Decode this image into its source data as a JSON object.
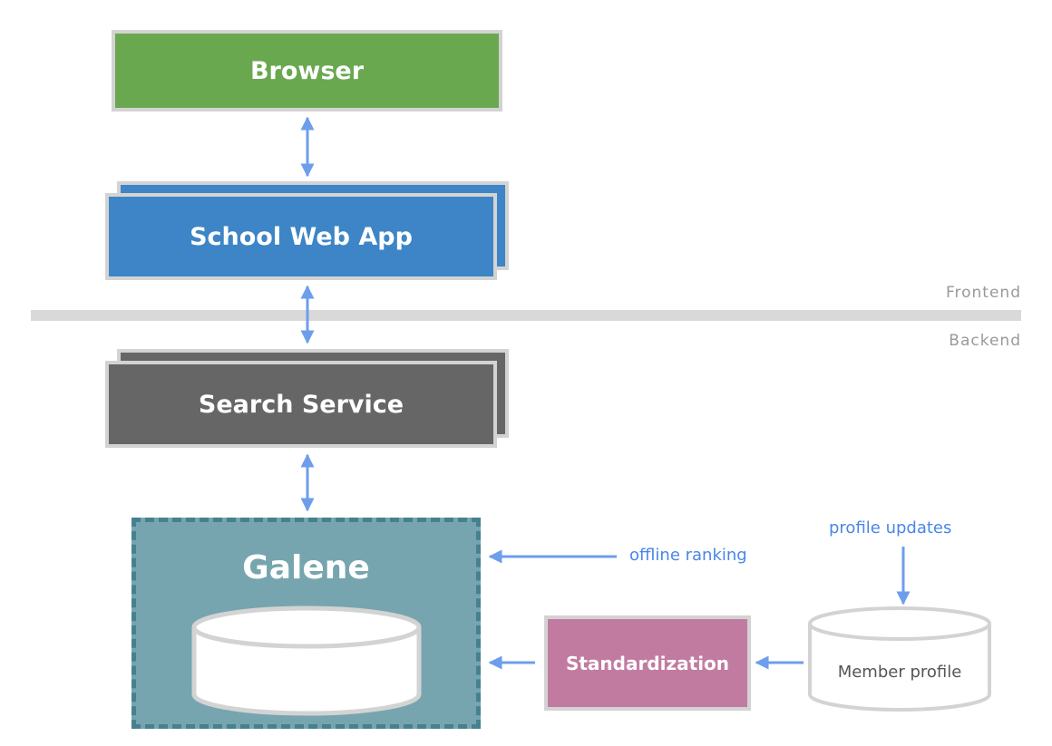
{
  "nodes": {
    "browser": "Browser",
    "web_app": "School Web App",
    "search_service": "Search Service",
    "galene": "Galene",
    "standardization": "Standardization",
    "member_profile": "Member profile"
  },
  "layers": {
    "frontend": "Frontend",
    "backend": "Backend"
  },
  "flows": {
    "offline_ranking": "offline ranking",
    "profile_updates": "profile updates"
  },
  "colors": {
    "browser": "#6aa84f",
    "web_app": "#3d85c6",
    "search_service": "#666666",
    "galene": "#76a5af",
    "galene_border": "#45818e",
    "standardization": "#c27ba0",
    "arrow": "#6d9eeb",
    "flow_text": "#4a86e8",
    "divider": "#d9d9d9"
  }
}
